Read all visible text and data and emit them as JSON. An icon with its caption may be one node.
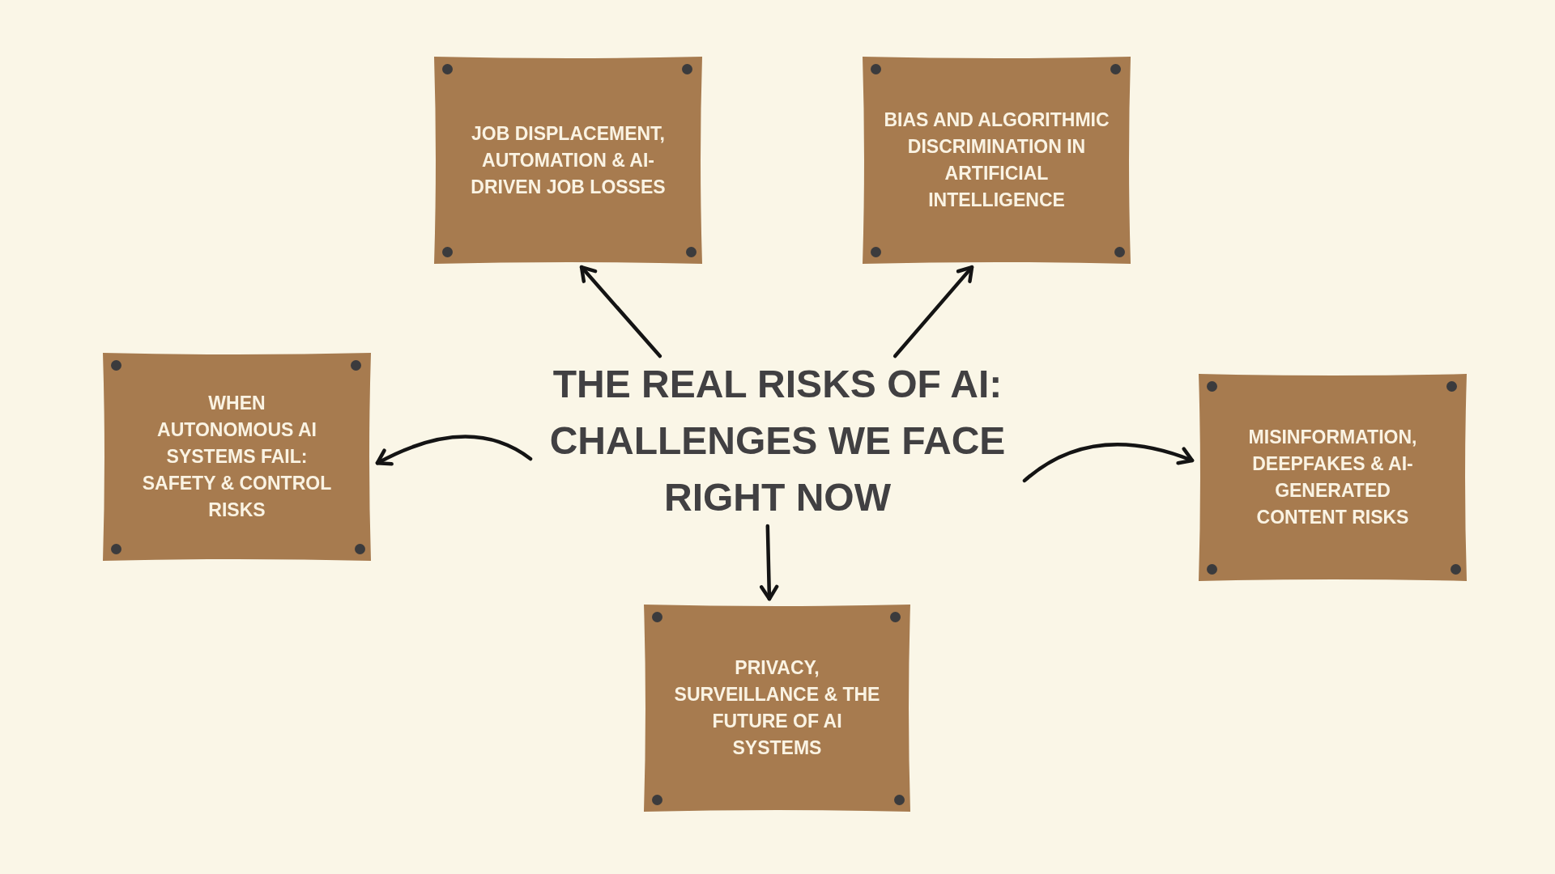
{
  "diagram": {
    "nodes": [
      {
        "text": [
          "JOB DISPLACEMENT, AUTOMATION & AI-DRIVEN JOB LOSSES"
        ]
      },
      {
        "text": [
          "BIAS AND ALGORITHMIC DISCRIMINATION IN ARTIFICIAL INTELLIGENCE"
        ]
      },
      {
        "text": [
          "WHEN AUTONOMOUS AI SYSTEMS FAIL: SAFETY & CONTROL RISKS"
        ]
      },
      {
        "text": [
          "THE REAL RISKS OF AI: CHALLENGES WE FACE RIGHT NOW"
        ]
      },
      {
        "text": [
          "MISINFORMATION, DEEPFAKES & AI-GENERATED CONTENT RISKS"
        ]
      },
      {
        "text": [
          "PRIVACY, SURVEILLANCE & THE FUTURE OF AI SYSTEMS"
        ]
      }
    ],
    "edges": [
      {
        "from": 3,
        "to": 0,
        "arrow": "to"
      },
      {
        "from": 3,
        "to": 1,
        "arrow": "to"
      },
      {
        "from": 3,
        "to": 2,
        "arrow": "to"
      },
      {
        "from": 3,
        "to": 4,
        "arrow": "to"
      },
      {
        "from": 3,
        "to": 5,
        "arrow": "to"
      }
    ]
  }
}
